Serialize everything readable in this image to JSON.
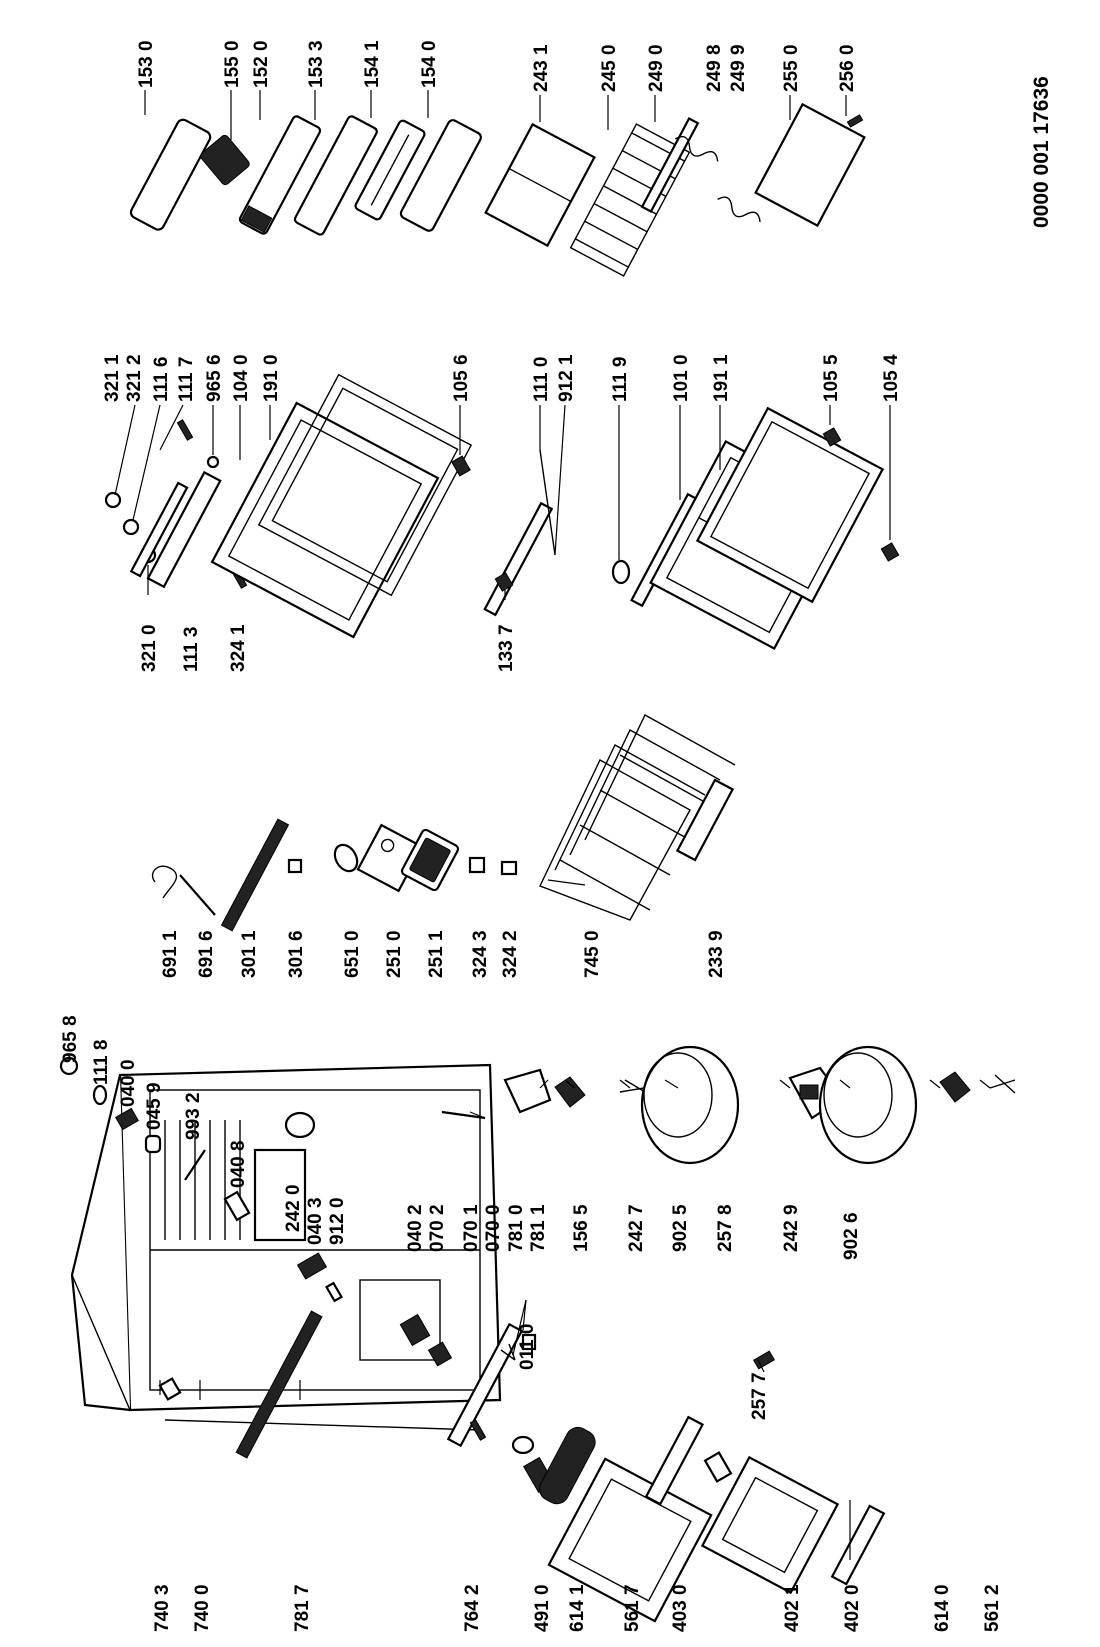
{
  "document_number": "0000 001 17636",
  "labels": [
    "153 0",
    "155 0",
    "152 0",
    "153 3",
    "154 1",
    "154 0",
    "243 1",
    "245 0",
    "249 0",
    "249 8",
    "249 9",
    "255 0",
    "256 0",
    "321 1",
    "321 2",
    "111 6",
    "111 7",
    "965 6",
    "104 0",
    "191 0",
    "105 6",
    "111 0",
    "912 1",
    "111 9",
    "101 0",
    "191 1",
    "105 5",
    "105 4",
    "321 0",
    "111 3",
    "324 1",
    "133 7",
    "691 1",
    "691 6",
    "301 1",
    "301 6",
    "651 0",
    "251 0",
    "251 1",
    "324 3",
    "324 2",
    "745 0",
    "233 9",
    "965 8",
    "111 8",
    "040 0",
    "045 9",
    "993 2",
    "040 8",
    "242 0",
    "040 3",
    "912 0",
    "040 2",
    "070 2",
    "070 1",
    "070 0",
    "781 0",
    "781 1",
    "156 5",
    "242 7",
    "902 5",
    "257 8",
    "242 9",
    "902 6",
    "011 0",
    "257 7",
    "740 3",
    "740 0",
    "781 7",
    "764 2",
    "491 0",
    "614 1",
    "561 7",
    "403 0",
    "402 1",
    "402 0",
    "614 0",
    "561 2"
  ]
}
